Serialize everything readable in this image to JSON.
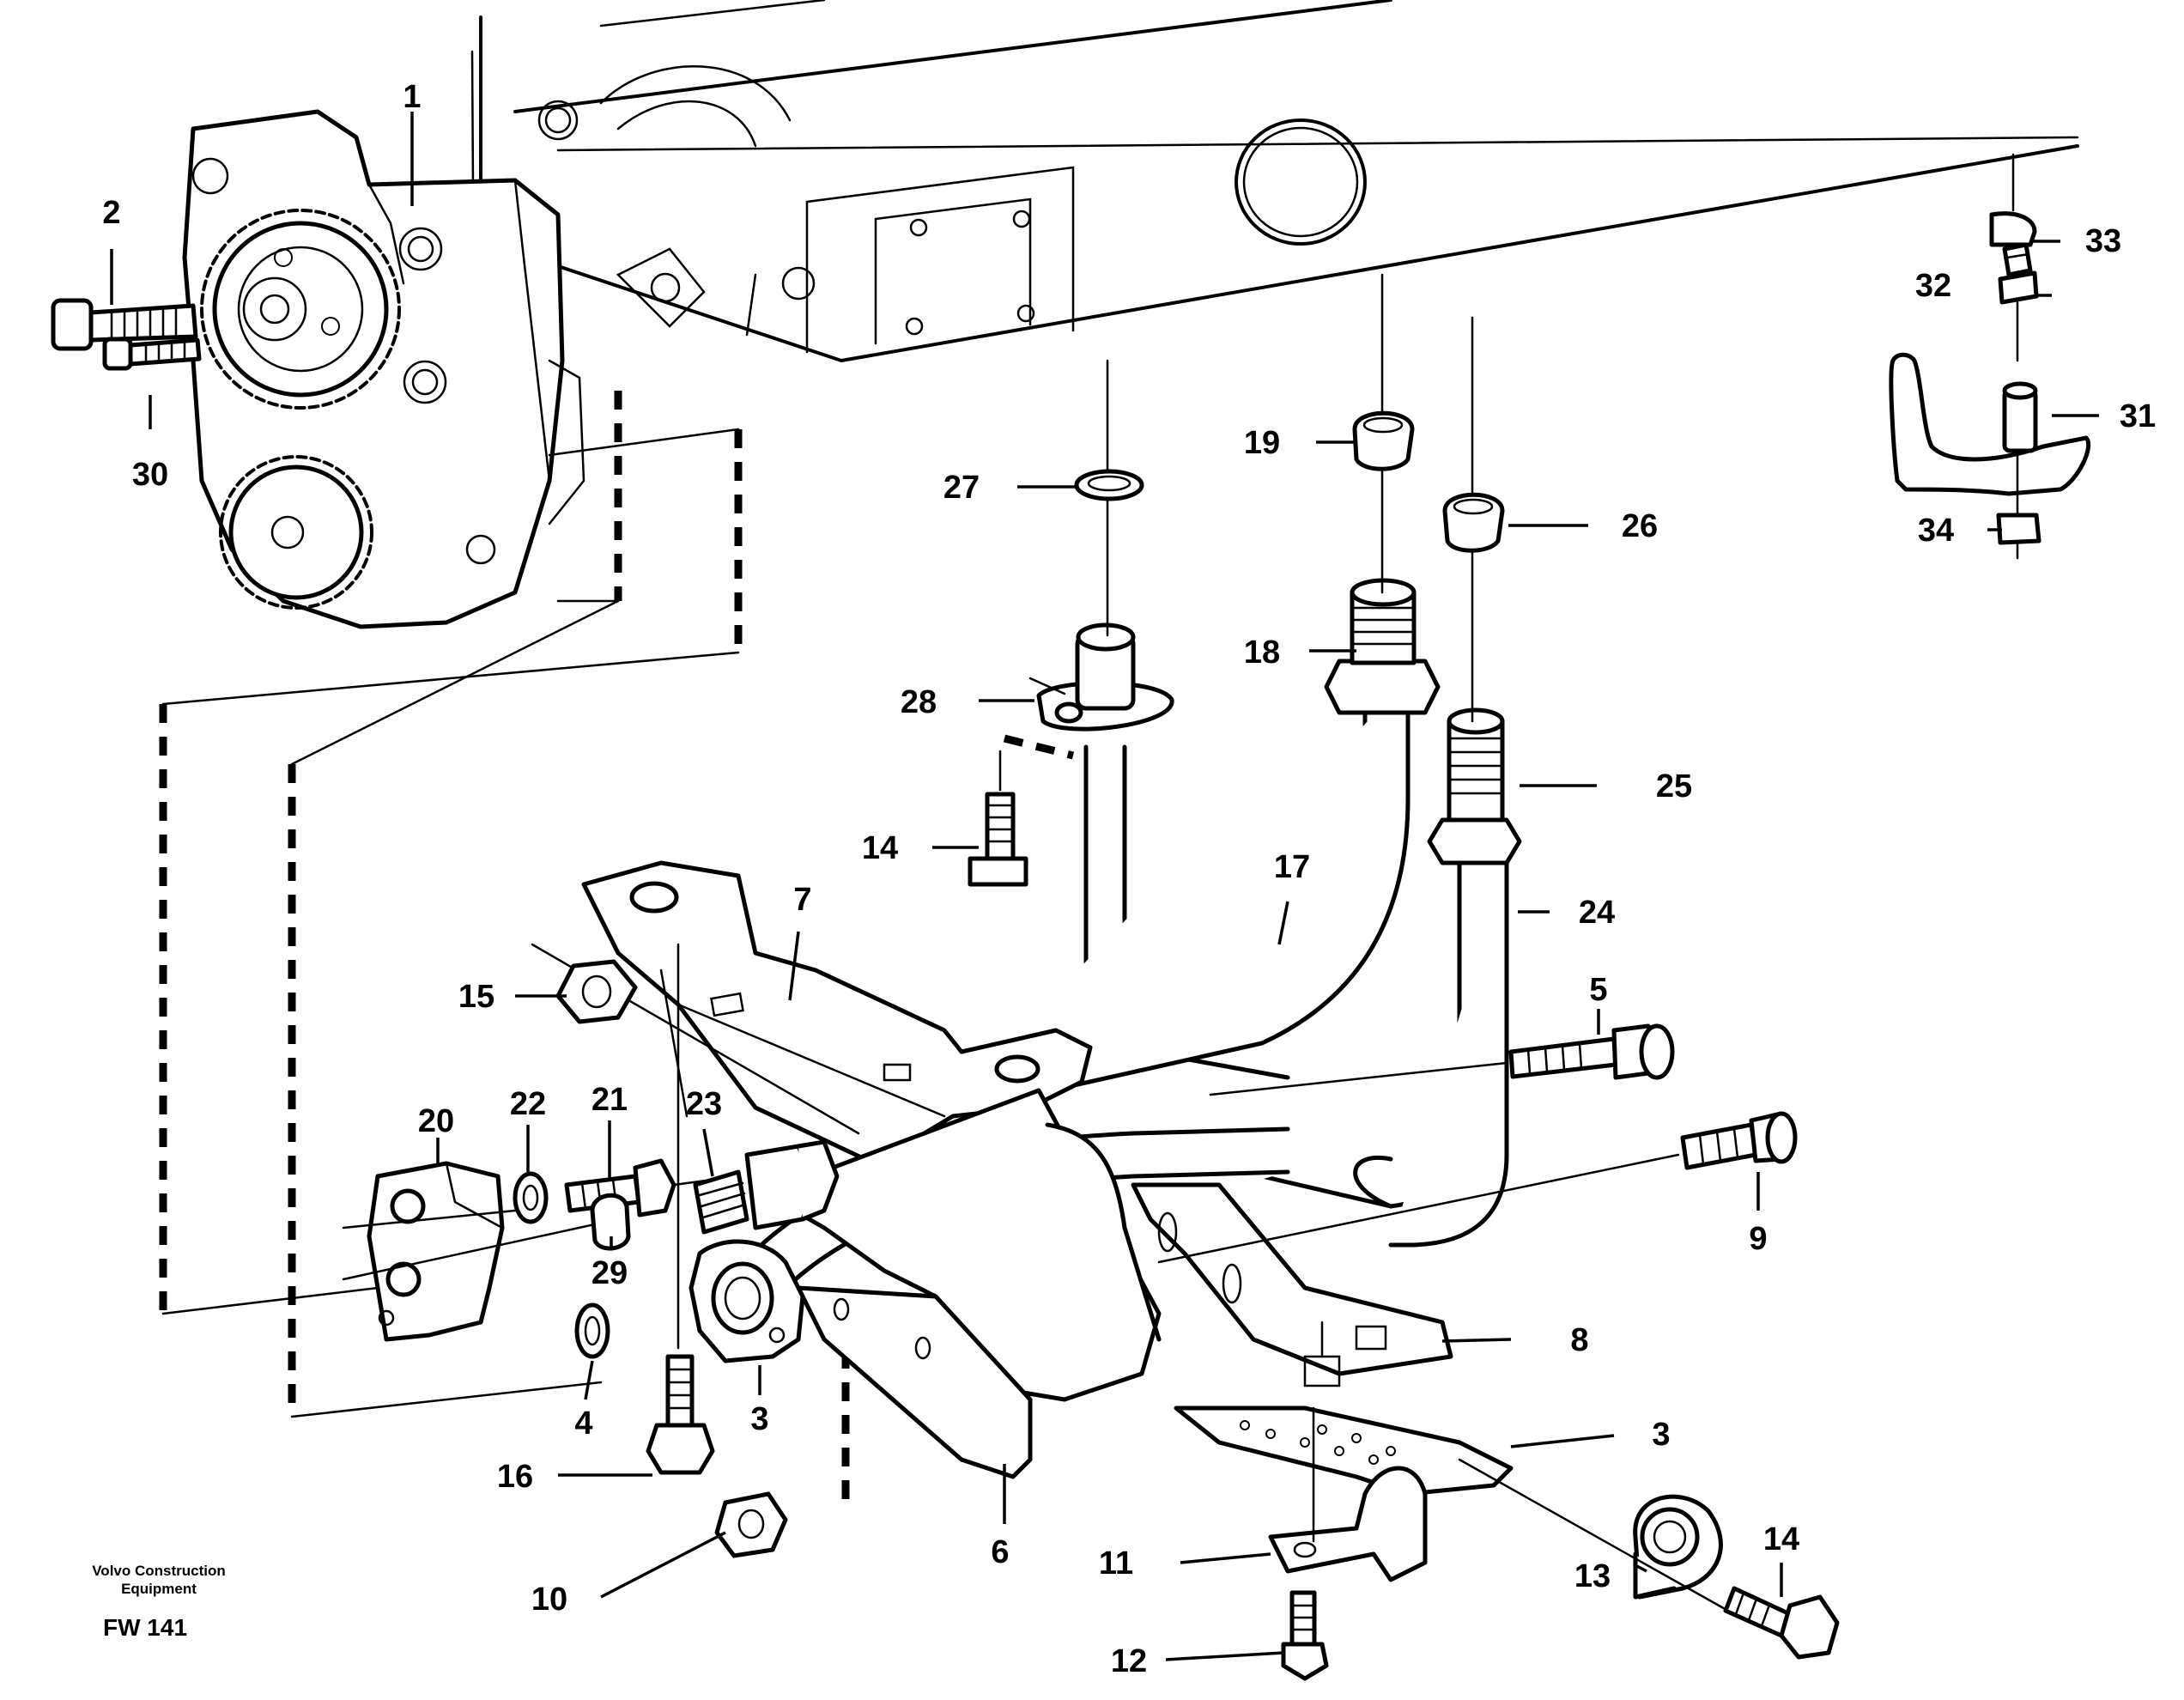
{
  "footer": {
    "brand_line1": "Volvo Construction",
    "brand_line2": "Equipment",
    "figure_code": "FW 141"
  },
  "callouts": [
    "1",
    "2",
    "30",
    "27",
    "19",
    "26",
    "33",
    "32",
    "31",
    "34",
    "18",
    "28",
    "25",
    "14",
    "17",
    "24",
    "7",
    "15",
    "5",
    "9",
    "22",
    "21",
    "20",
    "23",
    "29",
    "8",
    "4",
    "3",
    "16",
    "10",
    "6",
    "11",
    "12",
    "13"
  ]
}
